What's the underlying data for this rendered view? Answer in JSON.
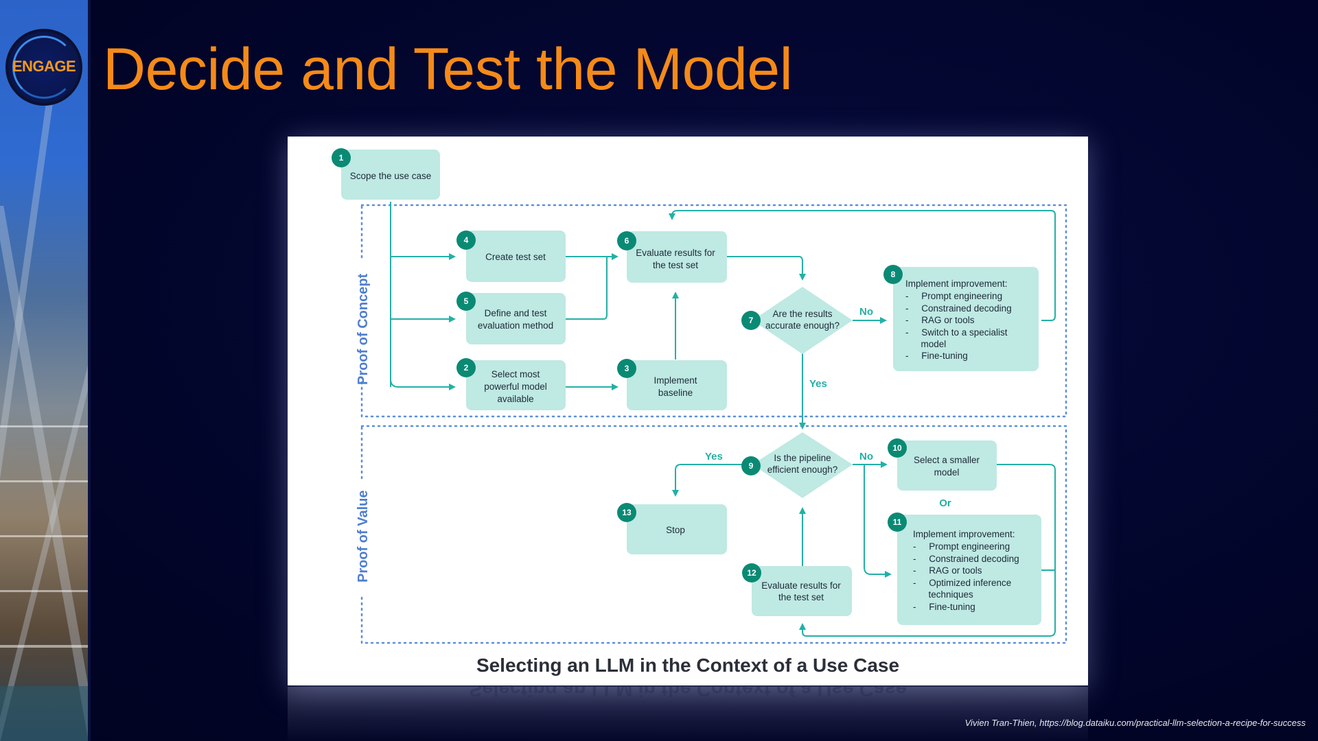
{
  "slide": {
    "title": "Decide and Test the Model",
    "logo_text": "ENGAGE",
    "credit": "Vivien Tran-Thien, https://blog.dataiku.com/practical-llm-selection-a-recipe-for-success"
  },
  "diagram": {
    "caption": "Selecting an LLM in the Context of a Use Case",
    "zones": {
      "proof_of_concept": "Proof of Concept",
      "proof_of_value": "Proof of Value"
    },
    "nodes": {
      "n1": {
        "badge": "1",
        "lines": [
          "Scope the use case"
        ]
      },
      "n2": {
        "badge": "2",
        "lines": [
          "Select most",
          "powerful model",
          "available"
        ]
      },
      "n3": {
        "badge": "3",
        "lines": [
          "Implement",
          "baseline"
        ]
      },
      "n4": {
        "badge": "4",
        "lines": [
          "Create test set"
        ]
      },
      "n5": {
        "badge": "5",
        "lines": [
          "Define and test",
          "evaluation method"
        ]
      },
      "n6": {
        "badge": "6",
        "lines": [
          "Evaluate results for",
          "the test set"
        ]
      },
      "n7": {
        "badge": "7",
        "lines": [
          "Are the results",
          "accurate enough?"
        ]
      },
      "n8": {
        "badge": "8",
        "lines": [
          "Implement improvement:",
          "-     Prompt engineering",
          "-     Constrained decoding",
          "-     RAG or tools",
          "-     Switch to a specialist",
          "      model",
          "-     Fine-tuning"
        ]
      },
      "n9": {
        "badge": "9",
        "lines": [
          "Is the pipeline",
          "efficient enough?"
        ]
      },
      "n10": {
        "badge": "10",
        "lines": [
          "Select a smaller",
          "model"
        ]
      },
      "n11": {
        "badge": "11",
        "lines": [
          "Implement improvement:",
          "-     Prompt engineering",
          "-     Constrained decoding",
          "-     RAG or tools",
          "-     Optimized inference",
          "      techniques",
          "-     Fine-tuning"
        ]
      },
      "n12": {
        "badge": "12",
        "lines": [
          "Evaluate results for",
          "the test set"
        ]
      },
      "n13": {
        "badge": "13",
        "lines": [
          "Stop"
        ]
      }
    },
    "edge_labels": {
      "no_7": "No",
      "yes_7": "Yes",
      "yes_9": "Yes",
      "no_9": "No",
      "or": "Or"
    }
  }
}
